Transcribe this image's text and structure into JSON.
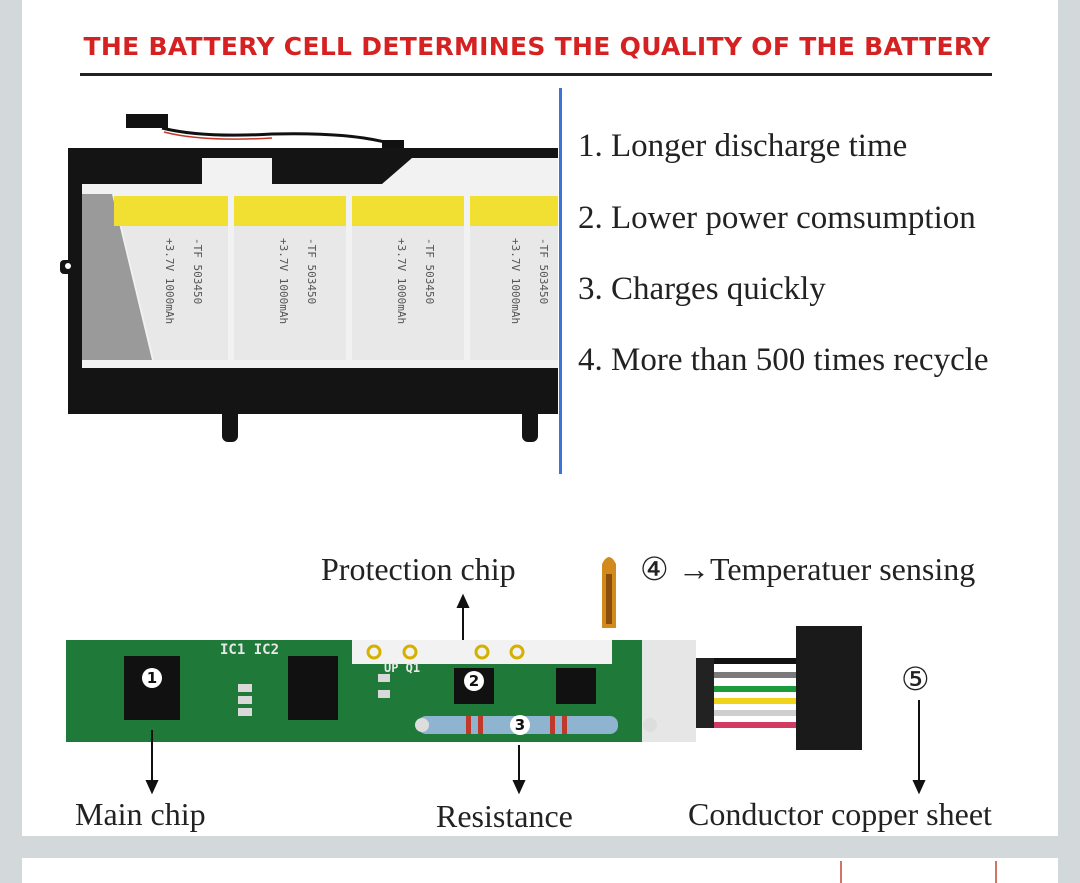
{
  "header": {
    "title": "THE BATTERY CELL DETERMINES THE QUALITY OF THE BATTERY"
  },
  "features": [
    {
      "text": "1. Longer discharge time"
    },
    {
      "text": "2. Lower power comsumption"
    },
    {
      "text": "3. Charges quickly"
    },
    {
      "text": "4. More than 500 times recycle"
    }
  ],
  "cells": [
    {
      "line1": "+3.7V 1000mAh",
      "line2": "-TF 503450"
    },
    {
      "line1": "+3.7V 1000mAh",
      "line2": "-TF 503450"
    },
    {
      "line1": "+3.7V 1000mAh",
      "line2": "-TF 503450"
    },
    {
      "line1": "+3.7V 1000mAh",
      "line2": "-TF 503450"
    }
  ],
  "board": {
    "silk_ic": "IC1 IC2",
    "silk_q": "UP Q1",
    "markers": [
      "1",
      "2",
      "3"
    ],
    "circled_4": "④",
    "circled_5": "⑤"
  },
  "labels": {
    "protection_chip": "Protection chip",
    "temperature_sensing": "→Temperatuer sensing",
    "main_chip": "Main chip",
    "resistance": "Resistance",
    "conductor": "Conductor copper sheet"
  },
  "colors": {
    "title": "#d52121",
    "pcb": "#1f7a3a",
    "accent_blue": "#3b73d9"
  }
}
